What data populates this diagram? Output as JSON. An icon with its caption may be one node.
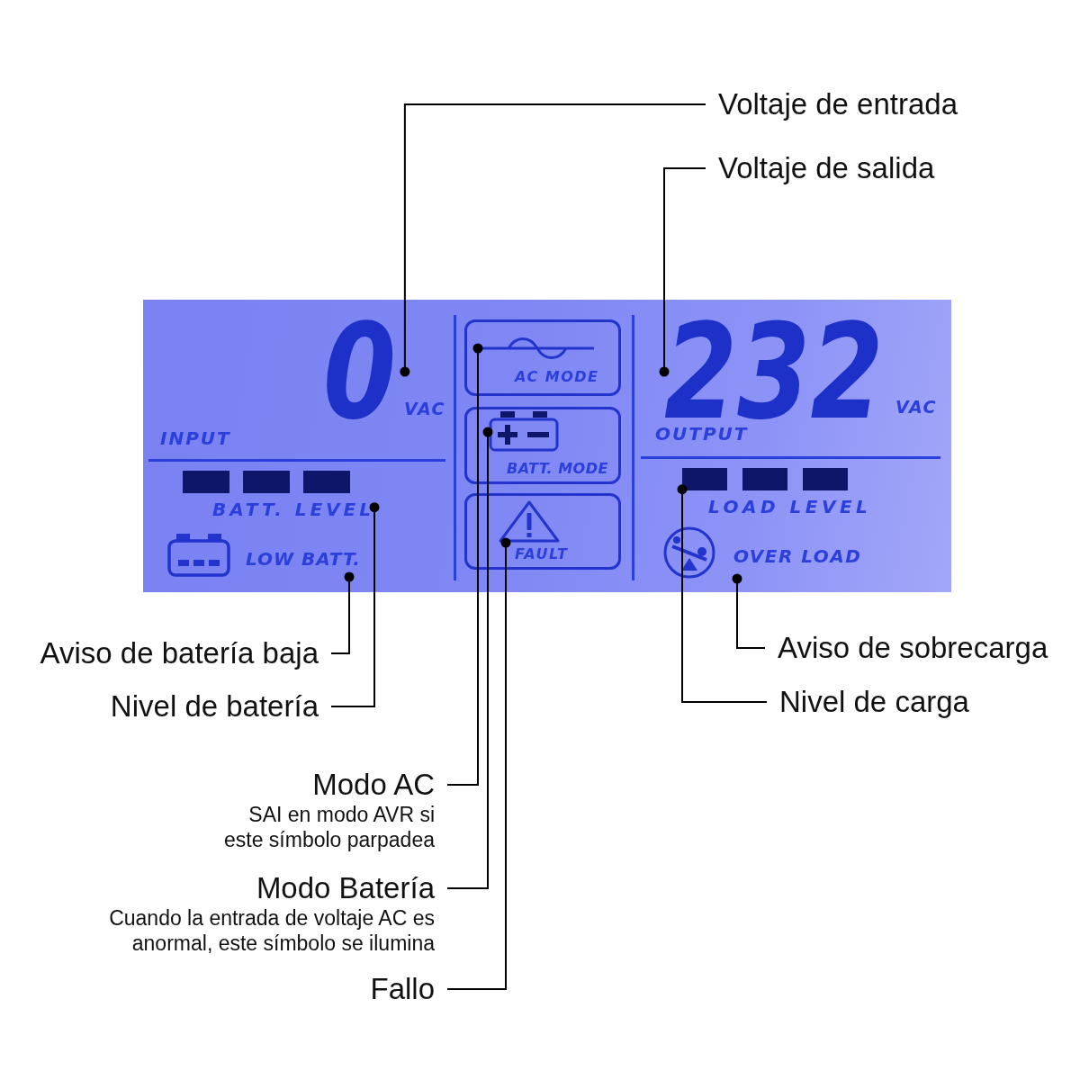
{
  "diagram": {
    "nodes": [
      {
        "text": [
          "Voltaje de entrada"
        ]
      },
      {
        "text": [
          "Voltaje de salida"
        ]
      },
      {
        "text": [
          "INPUT",
          "OUTPUT"
        ]
      },
      {
        "text": [
          "0"
        ],
        "in": 2,
        "beside": [
          "VAC"
        ]
      },
      {
        "text": [
          "AC MODE"
        ],
        "in": 2
      },
      {
        "text": [],
        "shape": "picture",
        "in": 4
      },
      {
        "text": [
          "232"
        ],
        "in": 2,
        "beside": [
          "VAC"
        ]
      },
      {
        "text": [
          "BATT. LEVEL"
        ],
        "in": 2
      },
      {
        "text": [
          "BATT. MODE"
        ],
        "in": 2
      },
      {
        "text": [],
        "shape": "picture",
        "in": 8
      },
      {
        "text": [
          "LOAD LEVEL"
        ],
        "in": 2
      },
      {
        "text": [
          "LOW BATT."
        ],
        "in": 2
      },
      {
        "text": [
          "FAULT"
        ],
        "in": 2
      },
      {
        "text": [],
        "shape": "picture",
        "in": 12
      },
      {
        "text": [
          "OVER LOAD"
        ],
        "in": 2
      },
      {
        "text": [
          "Aviso de sobrecarga"
        ]
      },
      {
        "text": [
          "Aviso de batería baja"
        ]
      },
      {
        "text": [
          "Nivel de carga"
        ]
      },
      {
        "text": [
          "Nivel de batería"
        ]
      },
      {
        "text": [
          "Modo AC",
          "SAI en modo AVR si este símbolo parpadea"
        ]
      },
      {
        "text": [
          "Modo Batería",
          "Cuando la entrada de voltaje AC es anormal, este símbolo se ilumina"
        ]
      },
      {
        "text": [
          "Fallo"
        ]
      }
    ],
    "edges": [
      {
        "from": 0,
        "to": 3,
        "arrow": "other"
      },
      {
        "from": 1,
        "to": 6,
        "arrow": "other"
      },
      {
        "from": 16,
        "to": 11,
        "arrow": "other"
      },
      {
        "from": 18,
        "to": 7,
        "arrow": "other"
      },
      {
        "from": 15,
        "to": 14,
        "arrow": "other"
      },
      {
        "from": 17,
        "to": 10,
        "arrow": "other"
      },
      {
        "from": 19,
        "to": 5,
        "arrow": "other"
      },
      {
        "from": 20,
        "to": 9,
        "arrow": "other"
      },
      {
        "from": 21,
        "to": 13,
        "arrow": "other"
      }
    ]
  }
}
